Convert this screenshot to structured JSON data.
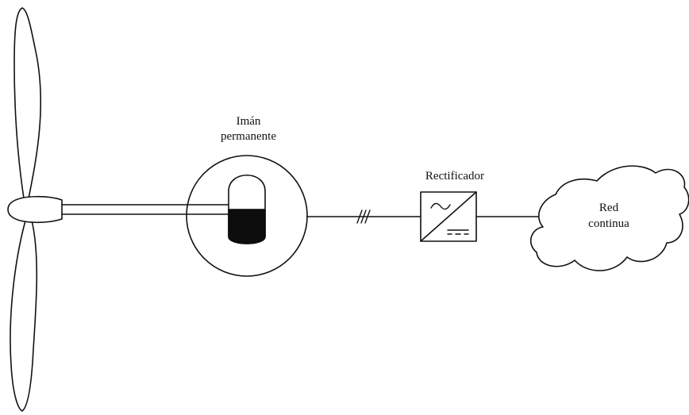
{
  "diagram": {
    "generator_label": [
      "Imán",
      "permanente"
    ],
    "rectifier_label": "Rectificador",
    "grid_label": [
      "Red",
      "continua"
    ],
    "colors": {
      "stroke": "#111111",
      "fill_dark": "#0d0d0d",
      "background": "#ffffff"
    },
    "icons": {
      "rectifier_ac": "tilde",
      "rectifier_dc": "dc-symbol",
      "phase_marker": "three-phase-slashes"
    }
  }
}
